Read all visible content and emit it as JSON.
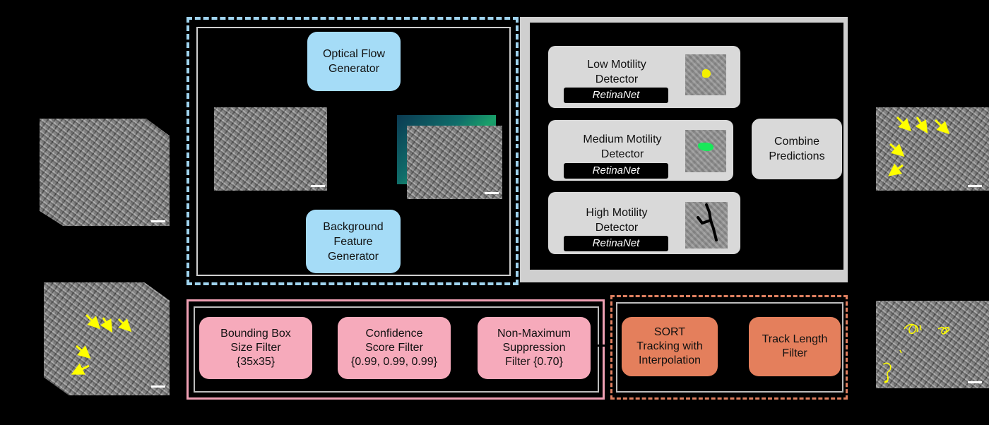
{
  "generators": {
    "optical_flow": [
      "Optical Flow",
      "Generator"
    ],
    "background": [
      "Background",
      "Feature",
      "Generator"
    ]
  },
  "detectors": [
    {
      "name": [
        "Low Motility",
        "Detector"
      ],
      "model": "RetinaNet"
    },
    {
      "name": [
        "Medium Motility",
        "Detector"
      ],
      "model": "RetinaNet"
    },
    {
      "name": [
        "High Motility",
        "Detector"
      ],
      "model": "RetinaNet"
    }
  ],
  "combine": [
    "Combine",
    "Predictions"
  ],
  "filters": [
    {
      "lines": [
        "Bounding Box",
        "Size Filter",
        "{35x35}"
      ]
    },
    {
      "lines": [
        "Confidence",
        "Score Filter",
        "{0.99, 0.99, 0.99}"
      ]
    },
    {
      "lines": [
        "Non-Maximum",
        "Suppression",
        "Filter  {0.70}"
      ]
    }
  ],
  "tracking": [
    {
      "lines": [
        "SORT",
        "Tracking with",
        "Interpolation"
      ]
    },
    {
      "lines": [
        "Track Length",
        "Filter"
      ]
    }
  ],
  "colors": {
    "background": "#000000",
    "generator_box": "#a5dcf7",
    "filter_box": "#f6aabb",
    "tracking_box": "#e47f5c",
    "detector_box": "#d9d9d9",
    "stage1_border": "#9fd3ee",
    "stage2_border": "#f0a0b4",
    "stage3_border": "#e08060",
    "detection_marks": "#ffff00"
  }
}
